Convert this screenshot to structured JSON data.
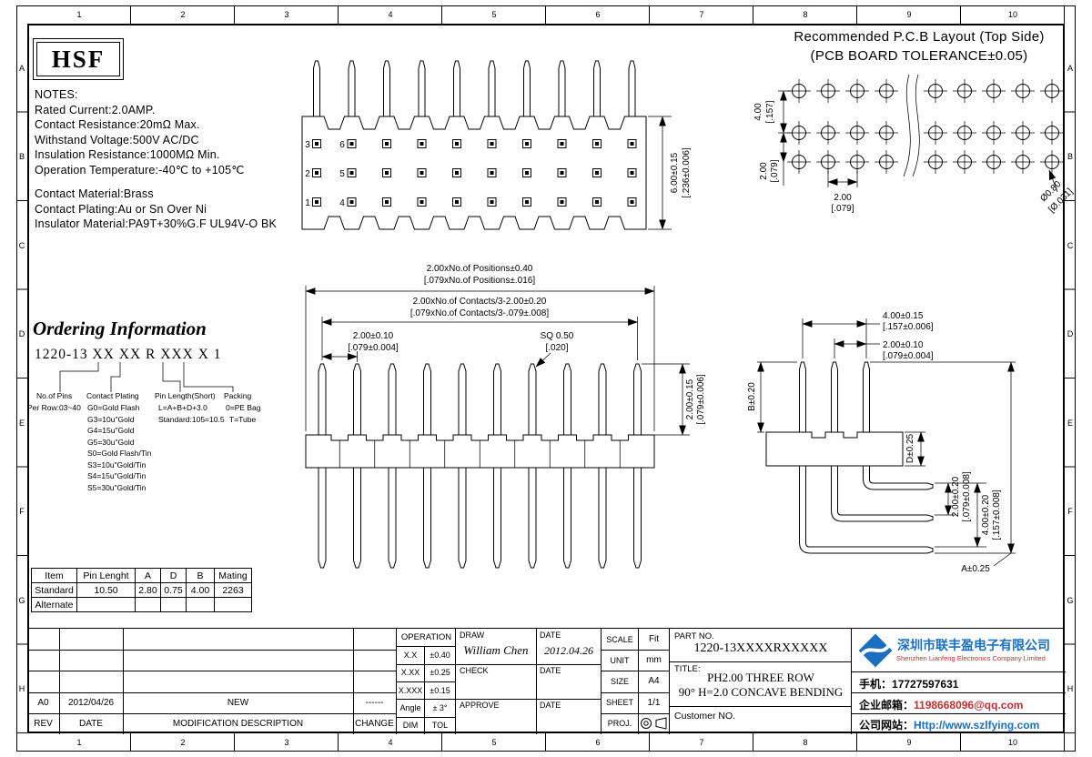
{
  "frame": {
    "ruler_numbers": [
      "1",
      "2",
      "3",
      "4",
      "5",
      "6",
      "7",
      "8",
      "9",
      "10"
    ],
    "ruler_letters": [
      "A",
      "B",
      "C",
      "D",
      "E",
      "F",
      "G",
      "H"
    ]
  },
  "logo": {
    "text": "HSF"
  },
  "notes": {
    "title": "NOTES:",
    "line1": "Rated Current:2.0AMP.",
    "line2": "Contact Resistance:20mΩ Max.",
    "line3": "Withstand Voltage:500V AC/DC",
    "line4": "Insulation Resistance:1000MΩ Min.",
    "line5": "Operation Temperature:-40℃ to +105℃",
    "line6": "Contact Material:Brass",
    "line7": "Contact Plating:Au or Sn Over Ni",
    "line8": "Insulator Material:PA9T+30%G.F UL94V-O BK"
  },
  "pcb": {
    "title1": "Recommended P.C.B Layout (Top Side)",
    "title2": "(PCB BOARD TOLERANCE±0.05)",
    "dim_row_pitch": "4.00",
    "dim_row_pitch_in": "[.157]",
    "dim_row_pitch2": "2.00",
    "dim_row_pitch2_in": "[.079]",
    "dim_col_pitch": "2.00",
    "dim_col_pitch_in": "[.079]",
    "dim_hole": "Ø0.80",
    "dim_hole_in": "[Ø.031]"
  },
  "top_view": {
    "pin_labels": {
      "p1": "1",
      "p2": "2",
      "p3": "3",
      "p4": "4",
      "p5": "5",
      "p6": "6"
    },
    "dim_height": "6.00±0.15",
    "dim_height_in": "[.236±0.006]"
  },
  "front_view": {
    "dim1": "2.00xNo.of Positions±0.40",
    "dim1_in": "[.079xNo.of Positions±.016]",
    "dim2": "2.00xNo.of Contacts/3-2.00±0.20",
    "dim2_in": "[.079xNo.of Contacts/3-.079±.008]",
    "dim3": "2.00±0.10",
    "dim3_in": "[.079±0.004]",
    "dim4": "SQ 0.50",
    "dim4_in": "[.020]",
    "dim5": "2.00±0.15",
    "dim5_in": "[.079±0.006]"
  },
  "side_view": {
    "dim1": "4.00±0.15",
    "dim1_in": "[.157±0.006]",
    "dim2": "2.00±0.10",
    "dim2_in": "[.079±0.004]",
    "dim3": "B±0.20",
    "dim4": "D±0.25",
    "dim5": "2.00±0.20",
    "dim5_in": "[.079±0.008]",
    "dim6": "4.00±0.20",
    "dim6_in": "[.157±0.008]",
    "dim7": "A±0.25"
  },
  "ordering": {
    "title": "Ordering Information",
    "code": "1220-13 XX XX R XXX X 1",
    "pins_header": "No.of Pins",
    "pins_note": "Per Row:03~40",
    "plating_header": "Contact Plating",
    "plating_options": [
      "G0=Gold Flash",
      "G3=10u\"Gold",
      "G4=15u\"Gold",
      "G5=30u\"Gold",
      "S0=Gold Flash/Tin",
      "S3=10u\"Gold/Tin",
      "S4=15u\"Gold/Tin",
      "S5=30u\"Gold/Tin"
    ],
    "length_header": "Pin Length(Short)",
    "length_notes": [
      "L=A+B+D+3.0",
      "Standard:105=10.5"
    ],
    "packing_header": "Packing",
    "packing_options": [
      "0=PE Bag",
      "T=Tube"
    ]
  },
  "spec_table": {
    "headers": [
      "Item",
      "Pin Lenght",
      "A",
      "D",
      "B",
      "Mating"
    ],
    "rows": [
      [
        "Standard",
        "10.50",
        "2.80",
        "0.75",
        "4.00",
        "2263"
      ],
      [
        "Alternate",
        "",
        "",
        "",
        "",
        ""
      ]
    ]
  },
  "revision": {
    "row": {
      "rev": "A0",
      "date": "2012/04/26",
      "desc": "NEW",
      "change": "------"
    },
    "headers": {
      "rev": "REV",
      "date": "DATE",
      "desc": "MODIFICATION DESCRIPTION",
      "change": "CHANGE"
    }
  },
  "tolerances": {
    "title": "OPERATION",
    "rows": [
      [
        "X.X",
        "±0.40"
      ],
      [
        "X.XX",
        "±0.25"
      ],
      [
        "X.XXX",
        "±0.15"
      ],
      [
        "Angle",
        "± 3°"
      ]
    ],
    "footer": [
      "DIM",
      "TOL"
    ]
  },
  "signoff": {
    "draw_label": "DRAW",
    "draw_name": "William Chen",
    "draw_date_label": "DATE",
    "draw_date": "2012.04.26",
    "check_label": "CHECK",
    "check_date_label": "DATE",
    "approve_label": "APPROVE",
    "approve_date_label": "DATE"
  },
  "meta": {
    "scale_label": "SCALE",
    "scale": "Fit",
    "unit_label": "UNIT",
    "unit": "mm",
    "size_label": "SIZE",
    "size": "A4",
    "sheet_label": "SHEET",
    "sheet": "1/1",
    "proj_label": "PROJ."
  },
  "part": {
    "part_no_label": "PART NO.",
    "part_no": "1220-13XXXXRXXXXX",
    "title_label": "TITLE:",
    "title1": "PH2.00 THREE ROW",
    "title2": "90° H=2.0 CONCAVE BENDING",
    "customer_label": "Customer NO."
  },
  "company": {
    "name_cn": "深圳市联丰盈电子有限公司",
    "name_en": "Shenzhen Lianfeng Electronics Company Limited",
    "phone_label": "手机：",
    "phone": "17727597631",
    "email_label": "企业邮箱：",
    "email": "1198668096@qq.com",
    "web_label": "公司网站：",
    "web": "Http://www.szlfying.com",
    "colors": {
      "blue": "#1a6fc0",
      "red": "#c03030"
    }
  }
}
